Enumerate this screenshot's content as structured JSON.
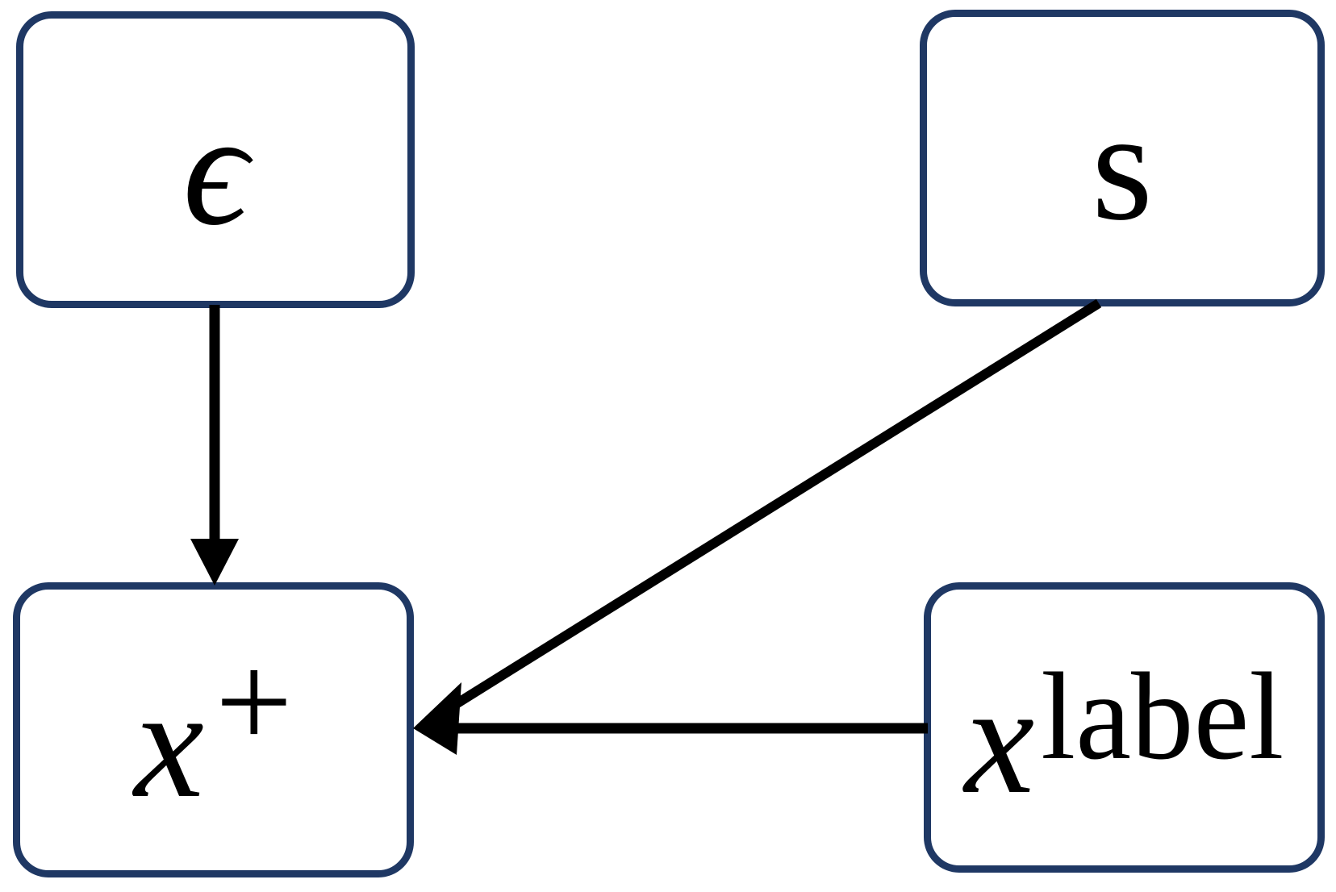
{
  "style": {
    "background": "#ffffff",
    "node_border_color": "#1f3864",
    "node_fill": "#ffffff",
    "arrow_color": "#000000",
    "text_color": "#000000"
  },
  "nodes": {
    "epsilon": {
      "label": "ϵ"
    },
    "s": {
      "label": "s"
    },
    "x_plus": {
      "base": "x",
      "sup": "+"
    },
    "x_label": {
      "base": "x",
      "sup": "label"
    }
  },
  "edges": [
    {
      "from": "epsilon",
      "to": "x_plus",
      "type": "arrow"
    },
    {
      "from": "s",
      "to": "x_plus",
      "type": "arrow"
    },
    {
      "from": "x_label",
      "to": "x_plus",
      "type": "arrow"
    }
  ]
}
